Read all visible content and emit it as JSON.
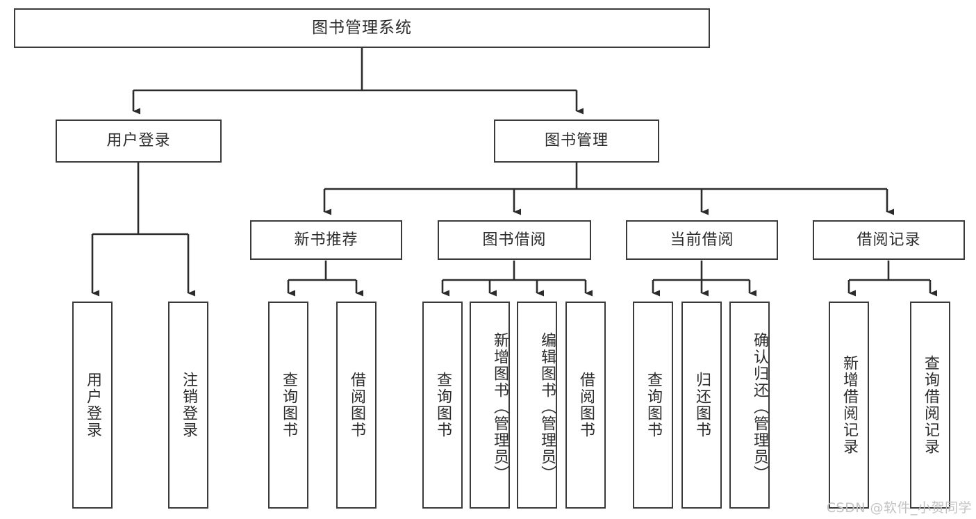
{
  "diagram": {
    "title": "图书管理系统",
    "watermark": "CSDN @软件_小贺同学",
    "colors": {
      "box_border": "#3a3a3a",
      "line": "#2b2b2b",
      "text": "#2b2b2b",
      "background": "#ffffff",
      "watermark": "#c2c2c2"
    },
    "type": "tree",
    "levels": {
      "root": "图书管理系统",
      "level2": [
        "用户登录",
        "图书管理"
      ],
      "level3": [
        "新书推荐",
        "图书借阅",
        "当前借阅",
        "借阅记录"
      ],
      "leaves": [
        "用户登录",
        "注销登录",
        "查询图书",
        "借阅图书",
        "查询图书",
        "新增图书（管理员）",
        "编辑图书（管理员）",
        "借阅图书",
        "查询图书",
        "归还图书",
        "确认归还（管理员）",
        "新增借阅记录",
        "查询借阅记录"
      ]
    },
    "nodes": {
      "root": {
        "label": "图书管理系统"
      },
      "user_login": {
        "label": "用户登录"
      },
      "book_manage": {
        "label": "图书管理"
      },
      "new_book_rec": {
        "label": "新书推荐"
      },
      "book_borrow": {
        "label": "图书借阅"
      },
      "current_borrow": {
        "label": "当前借阅"
      },
      "borrow_record": {
        "label": "借阅记录"
      },
      "leaf_user_login": {
        "label": "用户登录"
      },
      "leaf_logout": {
        "label": "注销登录"
      },
      "leaf_query_book_1": {
        "label": "查询图书"
      },
      "leaf_borrow_book_1": {
        "label": "借阅图书"
      },
      "leaf_query_book_2": {
        "label": "查询图书"
      },
      "leaf_add_book_admin": {
        "label": "新增图书（管理员）"
      },
      "leaf_edit_book_admin": {
        "label": "编辑图书（管理员）"
      },
      "leaf_borrow_book_2": {
        "label": "借阅图书"
      },
      "leaf_query_book_3": {
        "label": "查询图书"
      },
      "leaf_return_book": {
        "label": "归还图书"
      },
      "leaf_confirm_return_admin": {
        "label": "确认归还（管理员）"
      },
      "leaf_add_borrow_record": {
        "label": "新增借阅记录"
      },
      "leaf_query_borrow_record": {
        "label": "查询借阅记录"
      }
    }
  }
}
